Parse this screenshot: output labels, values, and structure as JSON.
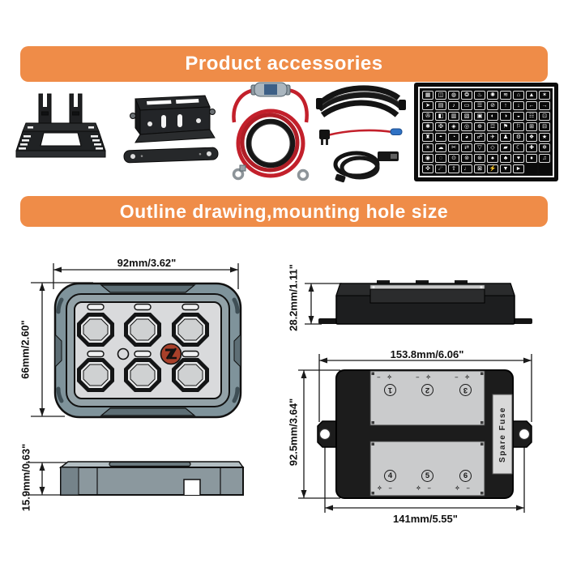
{
  "banners": {
    "accessories": "Product accessories",
    "outline": "Outline drawing,mounting hole size"
  },
  "colors": {
    "accent_orange": "#ef8c48",
    "panel_frame_gray": "#7f939b",
    "panel_face_gray": "#d9dadc",
    "box_black": "#1c1c1c",
    "logo_red": "#a8402a",
    "wire_red": "#c3202b"
  },
  "accessories": {
    "items": [
      {
        "id": "mount-bracket-plate"
      },
      {
        "id": "adjustable-bracket-with-bar"
      },
      {
        "id": "power-cable-fuse-holder"
      },
      {
        "id": "harness-fusetap-usb-cables"
      },
      {
        "id": "switch-label-sticker-sheet"
      }
    ]
  },
  "dimensions": {
    "panel_width": "92mm/3.62\"",
    "panel_height": "66mm/2.60\"",
    "panel_depth": "15.9mm/0.63\"",
    "box_height": "28.2mm/1.11\"",
    "box_width": "153.8mm/6.06\"",
    "box_depth": "92.5mm/3.64\"",
    "box_mount_width": "141mm/5.55\""
  },
  "control_box": {
    "fuse_numbers": [
      "1",
      "2",
      "3",
      "4",
      "5",
      "6"
    ],
    "spare_fuse_label": "Spare Fuse",
    "screw_mark_top": "– ✧",
    "screw_mark_bottom": "✧ –"
  },
  "sticker_sheet": {
    "rows": 8,
    "cols": 10,
    "glyphs": [
      "▦",
      "◫",
      "◍",
      "❂",
      "♨",
      "✺",
      "≋",
      "⌂",
      "▲",
      "✶",
      "➤",
      "▤",
      "♪",
      "▭",
      "☰",
      "⊘",
      "↑",
      "↓",
      "←",
      "→",
      "✇",
      "◧",
      "▥",
      "▧",
      "▣",
      "◐",
      "◑",
      "◒",
      "☷",
      "⊡",
      "✱",
      "✠",
      "◈",
      "◎",
      "⊕",
      "☲",
      "⚑",
      "⚐",
      "⊞",
      "⊟",
      "♜",
      "◓",
      "◔",
      "◕",
      "☍",
      "✈",
      "♟",
      "⚙",
      "❖",
      "★",
      "☀",
      "☁",
      "✂",
      "⇄",
      "▽",
      "◇",
      "▰",
      "☾",
      "✚",
      "❄",
      "◉",
      "◌",
      "⊙",
      "⊚",
      "⊛",
      "♠",
      "♣",
      "♥",
      "♦",
      "♫",
      "✜",
      "☄",
      "⇧",
      "♩",
      "⊠",
      "⚡",
      "▼",
      "►",
      null,
      null
    ]
  }
}
